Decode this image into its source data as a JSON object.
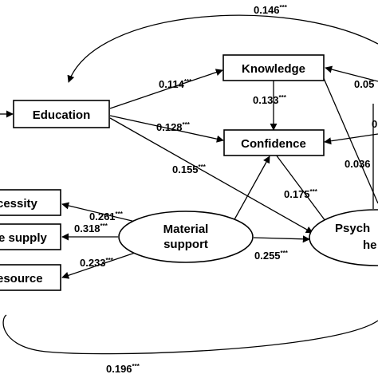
{
  "nodes": {
    "education": "Education",
    "knowledge": "Knowledge",
    "confidence": "Confidence",
    "material_support_line1": "Material",
    "material_support_line2": "support",
    "psych_line1": "Psych",
    "psych_line2": "he",
    "accessity": "cessity",
    "supply": "e supply",
    "resource": "esource"
  },
  "coefficients": {
    "top_arc": "0.146",
    "edu_knowledge": "0.114",
    "knowledge_confidence": "0.133",
    "edu_confidence": "0.128",
    "edu_psych": "0.155",
    "confidence_psych": "0.175",
    "material_psych": "0.255",
    "material_accessity": "0.261",
    "material_supply": "0.318",
    "material_resource": "0.233",
    "bottom_arc": "0.196",
    "right_top": "0.05",
    "right_mid": "0.036",
    "right_conf": "0"
  },
  "significance": "***"
}
